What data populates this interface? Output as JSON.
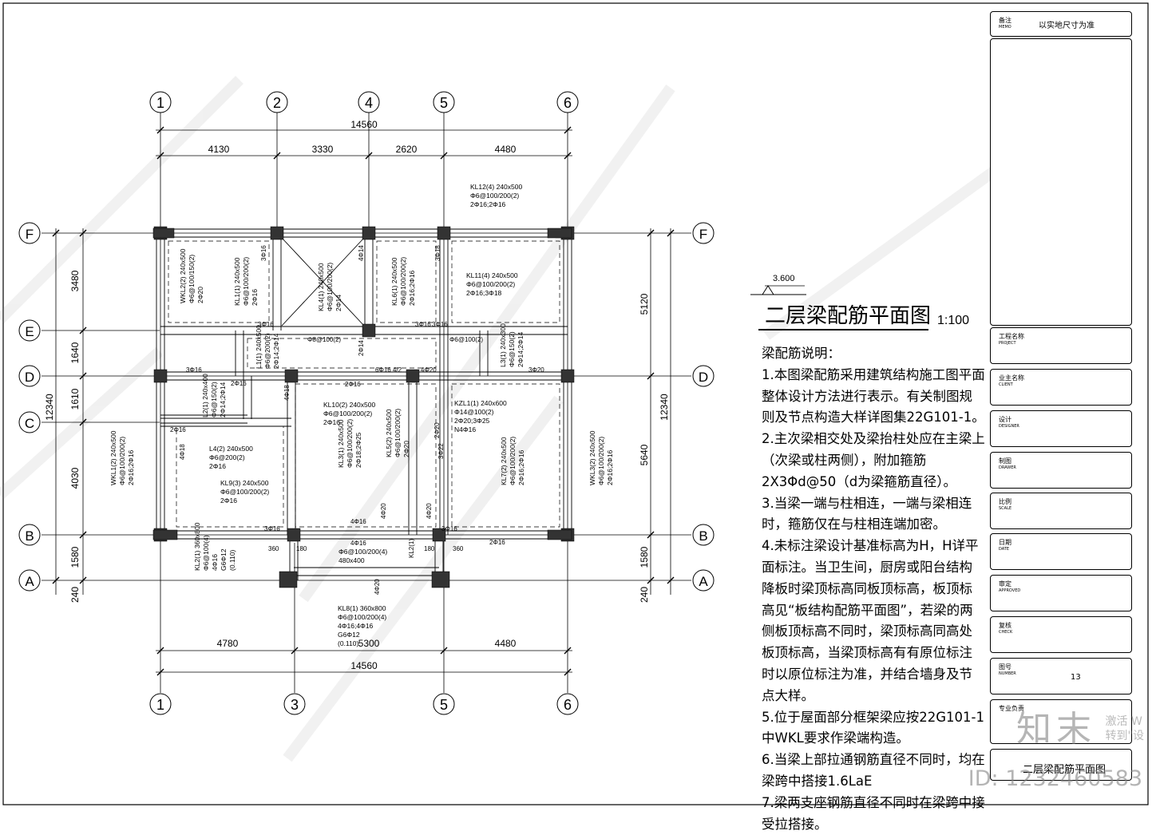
{
  "drawing": {
    "title": "二层梁配筋平面图",
    "scale": "1:100",
    "elevation": "3.600",
    "overall_top": "14560",
    "overall_bottom": "14560",
    "overall_left": "12340",
    "overall_right": "12340",
    "top_dims": [
      "4130",
      "3330",
      "2620",
      "4480"
    ],
    "bottom_dims": [
      "4780",
      "5300",
      "4480"
    ],
    "left_dims": [
      "3480",
      "1640",
      "1610",
      "4030",
      "1580",
      "240"
    ],
    "right_dims": [
      "5120",
      "5640",
      "1580",
      "240"
    ],
    "axes_top": [
      "1",
      "2",
      "4",
      "5",
      "6"
    ],
    "axes_bottom": [
      "1",
      "3",
      "5",
      "6"
    ],
    "axes_rows": [
      "F",
      "E",
      "D",
      "C",
      "B",
      "A"
    ],
    "beam_labels": {
      "kl12": [
        "KL12(4) 240x500",
        "Φ6@100/200(2)",
        "2Φ16;2Φ16"
      ],
      "kl11": [
        "KL11(4) 240x500",
        "Φ6@100/200(2)",
        "2Φ16;3Φ18"
      ],
      "kl10": [
        "KL10(2) 240x500",
        "Φ6@100/200(2)",
        "2Φ16"
      ],
      "kzl1": [
        "KZL1(1) 240x600",
        "Φ14@100(2)",
        "2Φ20;3Φ25",
        "N4Φ16"
      ],
      "kl4": [
        "L4(2) 240x500",
        "Φ6@200(2)",
        "2Φ16"
      ],
      "kl9": [
        "KL9(3) 240x500",
        "Φ6@100/200(2)",
        "2Φ16"
      ],
      "wkl1": [
        "WKL1(2) 240x500",
        "Φ6@100/200(2)",
        "2Φ16;2Φ16"
      ],
      "wkl3": [
        "WKL3(2) 240x500",
        "Φ6@100/200(2)",
        "2Φ16;2Φ16"
      ],
      "kl7": [
        "KL7(2) 240x500",
        "Φ6@100/200(2)",
        "2Φ16;2Φ16"
      ],
      "kl8": [
        "KL8(1) 360x800",
        "Φ6@100/200(4)",
        "4Φ16;4Φ16",
        "G6Φ12",
        "(0.110)"
      ],
      "kl2": [
        "KL2(1) 360x800",
        "Φ6@100(4)",
        "4Φ16",
        "G6Φ12",
        "(0.110)"
      ],
      "kl1": [
        "KL1(1) 240x500",
        "Φ6@100/200(2)",
        "2Φ16"
      ],
      "wkl2": [
        "WKL2(2) 240x500",
        "Φ6@100/150(2)",
        "2Φ20"
      ],
      "kl6": [
        "KL6(1) 240x500",
        "Φ6@100/200(2)",
        "2Φ16;2Φ16"
      ],
      "l1": [
        "L1(1) 240x500",
        "Φ6@200(2)",
        "2Φ14;2Φ14"
      ],
      "l2": [
        "L2(1) 240x400",
        "Φ6@150(2)",
        "2Φ14;2Φ14"
      ],
      "l3": [
        "L3(1) 240x300",
        "Φ6@150(2)",
        "2Φ14;2Φ14"
      ],
      "kl3": [
        "KL3(1) 240x500",
        "Φ6@100/200(2)",
        "2Φ18;2Φ25"
      ],
      "kl5": [
        "KL5(2) 240x500",
        "Φ6@100/200(2)",
        "2Φ20"
      ],
      "kl4b": [
        "KL4(1) 240x500",
        "Φ6@100/200(2)",
        "2Φ14"
      ],
      "mid": [
        "Φ6@100/200(4)",
        "480x400"
      ]
    },
    "small_labels": [
      "3Φ16",
      "4Φ14",
      "3Φ16",
      "3Φ16",
      "3Φ16",
      "3Φ18",
      "Φ8@100(2)",
      "2Φ14",
      "6Φ16 4/2",
      "4Φ20",
      "Φ6@100(2)",
      "3Φ20",
      "4Φ16",
      "4Φ16",
      "3Φ16",
      "2Φ16",
      "2Φ16",
      "2Φ20",
      "4Φ18",
      "4Φ18",
      "3Φ16",
      "3Φ16",
      "4Φ20",
      "3Φ22",
      "4Φ20",
      "2Φ16",
      "360",
      "180",
      "180",
      "360",
      "KL2(1)",
      "4Φ20",
      "2Φ16"
    ]
  },
  "notes": {
    "heading": "梁配筋说明：",
    "items": [
      "1.本图梁配筋采用建筑结构施工图平面整体设计方法进行表示。有关制图规则及节点构造大样详图集22G101-1。",
      "2.主次梁相交处及梁抬柱处应在主梁上（次梁或柱两侧），附加箍筋2X3Φd@50（d为梁箍筋直径）。",
      "3.当梁一端与柱相连，一端与梁相连时，箍筋仅在与柱相连端加密。",
      "4.未标注梁设计基准标高为H，H详平面标注。当卫生间，厨房或阳台结构降板时梁顶标高同板顶标高，板顶标高见“板结构配筋平面图”，若梁的两侧板顶标高不同时，梁顶标高同高处板顶标高，当梁顶标高有有原位标注时以原位标注为准，并结合墙身及节点大样。",
      "5.位于屋面部分框架梁应按22G101-1中WKL要求作梁端构造。",
      "6.当梁上部拉通钢筋直径不同时，均在梁跨中搭接1.6LaE",
      "7.梁两支座钢筋直径不同时在梁跨中接受拉搭接。"
    ]
  },
  "titleblock": {
    "memo_cn": "备注",
    "memo_en": "MEMO",
    "memo_val": "以实地尺寸为准",
    "rows": [
      {
        "cn": "工程名称",
        "en": "PROJECT",
        "val": ""
      },
      {
        "cn": "业主名称",
        "en": "CLIENT",
        "val": ""
      },
      {
        "cn": "设计",
        "en": "DESIGNER",
        "val": ""
      },
      {
        "cn": "制图",
        "en": "DRAWER",
        "val": ""
      },
      {
        "cn": "比例",
        "en": "SCALE",
        "val": ""
      },
      {
        "cn": "日期",
        "en": "DATE",
        "val": ""
      },
      {
        "cn": "审定",
        "en": "APPROVED",
        "val": ""
      },
      {
        "cn": "复核",
        "en": "CHECK",
        "val": ""
      },
      {
        "cn": "图号",
        "en": "NUMBER",
        "val": "13"
      },
      {
        "cn": "专业负责",
        "en": "",
        "val": ""
      },
      {
        "cn": "",
        "en": "",
        "val": "二层梁配筋平面图"
      }
    ]
  },
  "watermark": {
    "logo": "知末",
    "id": "ID: 1232460583",
    "side1": "激活 W",
    "side2": "转到\"设"
  }
}
